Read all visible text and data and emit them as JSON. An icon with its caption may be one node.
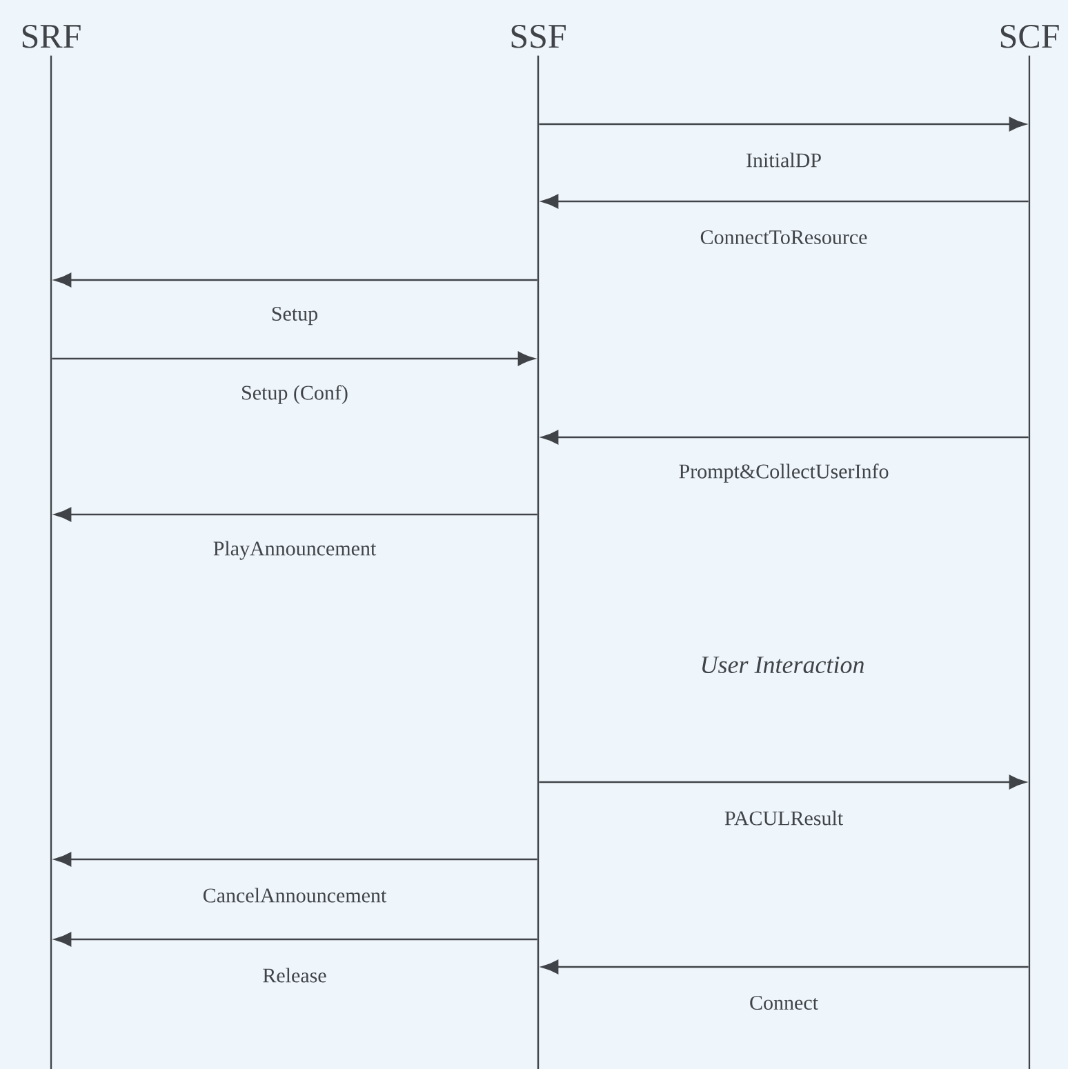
{
  "diagram": {
    "nodes": [
      {
        "text": [],
        "shape": "line",
        "beside": [
          "SRF"
        ]
      },
      {
        "text": [],
        "shape": "line",
        "beside": [
          "SSF"
        ]
      },
      {
        "text": [],
        "shape": "line",
        "beside": [
          "SCF"
        ]
      }
    ],
    "edges": [
      {
        "from": 1,
        "to": 2,
        "arrow": "to",
        "label": "InitialDP"
      },
      {
        "from": 2,
        "to": 1,
        "arrow": "to",
        "label": "ConnectToResource"
      },
      {
        "from": 1,
        "to": 0,
        "arrow": "to",
        "label": "Setup"
      },
      {
        "from": 0,
        "to": 1,
        "arrow": "to",
        "label": "Setup (Conf)"
      },
      {
        "from": 2,
        "to": 1,
        "arrow": "to",
        "label": "Prompt&CollectUserInfo"
      },
      {
        "from": 1,
        "to": 0,
        "arrow": "to",
        "label": "PlayAnnouncement"
      },
      {
        "from": 1,
        "to": 2,
        "arrow": "to",
        "label": "PACULResult"
      },
      {
        "from": 1,
        "to": 0,
        "arrow": "to",
        "label": "CancelAnnouncement"
      },
      {
        "from": 1,
        "to": 0,
        "arrow": "to",
        "label": "Release"
      },
      {
        "from": 2,
        "to": 1,
        "arrow": "to",
        "label": "Connect"
      }
    ],
    "labels": [
      "User Interaction"
    ]
  }
}
